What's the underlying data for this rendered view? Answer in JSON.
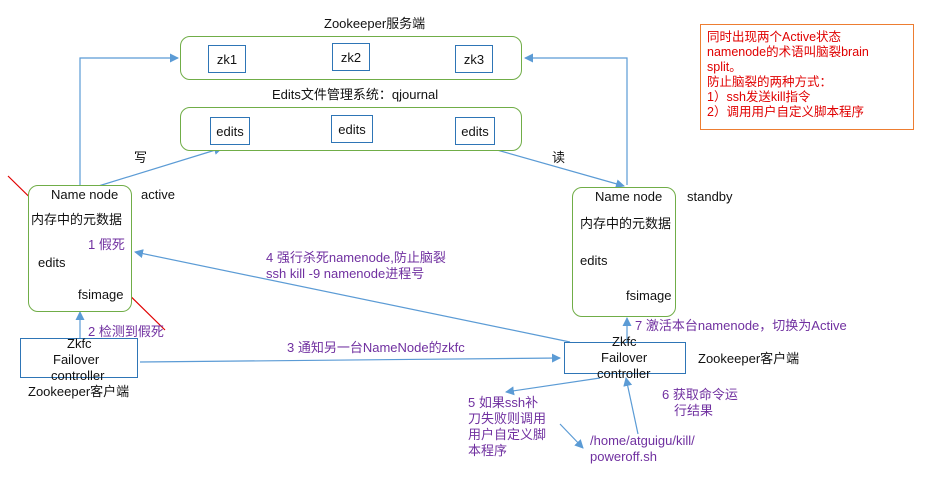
{
  "zk_server": {
    "title": "Zookeeper服务端",
    "nodes": [
      "zk1",
      "zk2",
      "zk3"
    ]
  },
  "edits_system": {
    "title": "Edits文件管理系统：qjournal",
    "nodes": [
      "edits",
      "edits",
      "edits"
    ]
  },
  "left_namenode": {
    "title": "Name node",
    "state": "active",
    "metadata": "内存中的元数据",
    "edits": "edits",
    "fsimage": "fsimage",
    "fake_death": "1 假死"
  },
  "right_namenode": {
    "title": "Name node",
    "state": "standby",
    "metadata": "内存中的元数据",
    "edits": "edits",
    "fsimage": "fsimage"
  },
  "left_zkfc": {
    "lines": [
      "Zkfc",
      "Failover",
      "controller"
    ],
    "client_label": "Zookeeper客户端"
  },
  "right_zkfc": {
    "lines": [
      "Zkfc",
      "Failover",
      "controller"
    ],
    "client_label": "Zookeeper客户端"
  },
  "labels": {
    "write": "写",
    "read": "读",
    "step2": "2 检测到假死",
    "step3": "3 通知另一台NameNode的zkfc",
    "step4_line1": "4 强行杀死namenode,防止脑裂",
    "step4_line2": "ssh kill -9 namenode进程号",
    "step5": [
      "5 如果ssh补",
      "刀失败则调用",
      "用户自定义脚",
      "本程序"
    ],
    "step6": [
      "6 获取命令运",
      "行结果"
    ],
    "step7": "7 激活本台namenode，切换为Active",
    "script_path": [
      "/home/atguigu/kill/",
      "poweroff.sh"
    ]
  },
  "note": {
    "lines": [
      "同时出现两个Active状态",
      "namenode的术语叫脑裂brain",
      "split。",
      "防止脑裂的两种方式：",
      "1）ssh发送kill指令",
      "2）调用用户自定义脚本程序"
    ]
  },
  "colors": {
    "green_border": "#70ad47",
    "blue_border": "#2e75b6",
    "arrow": "#5b9bd5",
    "purple_text": "#7030a0",
    "red": "#e00000",
    "orange_border": "#ed7d31"
  }
}
